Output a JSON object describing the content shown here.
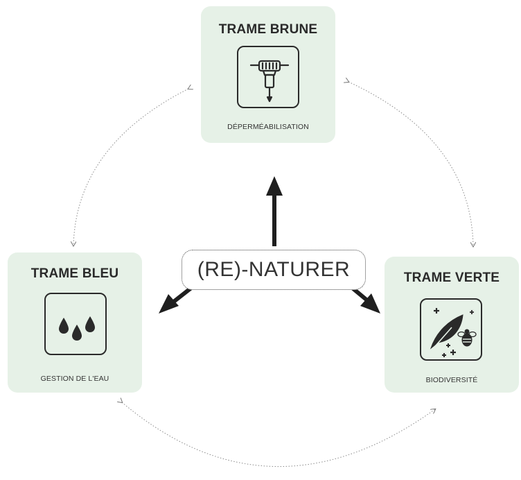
{
  "center": {
    "label": "(RE)-NATURER"
  },
  "cards": {
    "brune": {
      "title": "TRAME BRUNE",
      "subtitle": "DÉPERMÉABILISATION",
      "icon": "jackhammer-icon"
    },
    "bleu": {
      "title": "TRAME BLEU",
      "subtitle": "GESTION DE L'EAU",
      "icon": "water-drops-icon"
    },
    "verte": {
      "title": "TRAME VERTE",
      "subtitle": "BIODIVERSITÉ",
      "icon": "leaf-bee-icon"
    }
  },
  "colors": {
    "card_background": "#e6f1e7",
    "ink": "#2a2a2a",
    "arrow": "#1f1f1f",
    "cycle_line": "#8a8a8a"
  }
}
